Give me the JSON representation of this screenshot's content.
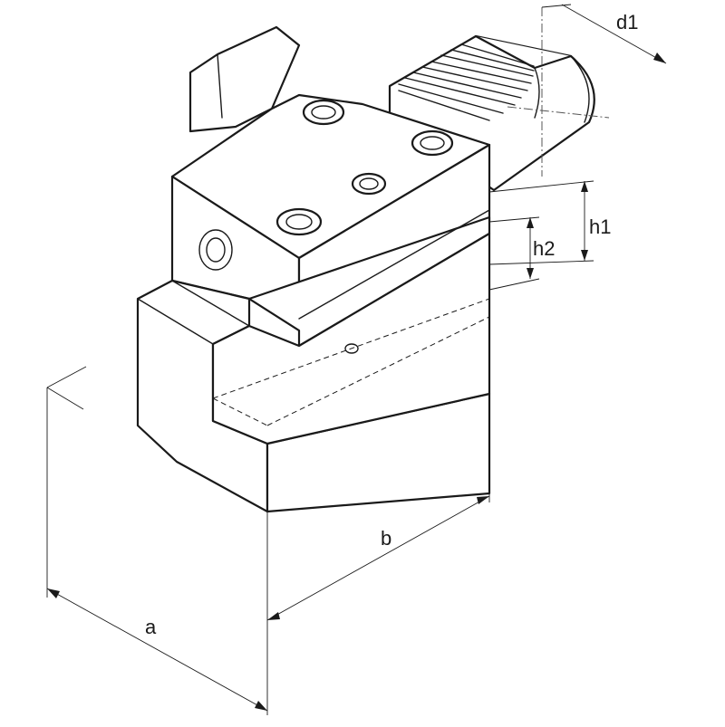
{
  "dimensions": {
    "a": "a",
    "b": "b",
    "h1": "h1",
    "h2": "h2",
    "d1": "d1"
  }
}
